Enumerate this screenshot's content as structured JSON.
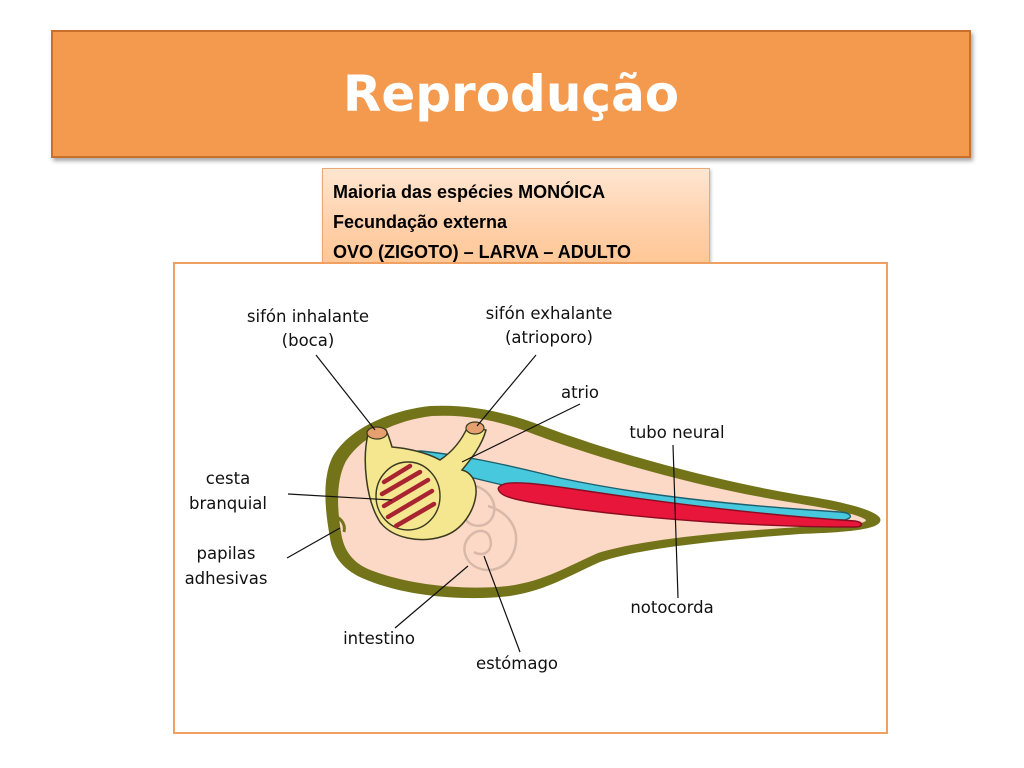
{
  "slide": {
    "title": "Reprodução",
    "info": [
      "Maioria das espécies MONÓICA",
      "Fecundação externa",
      "OVO (ZIGOTO) – LARVA – ADULTO"
    ]
  },
  "diagram": {
    "labels": {
      "sifon_inhalante": "sifón inhalante",
      "boca": "(boca)",
      "sifon_exhalante": "sifón exhalante",
      "atrioporo": "(atrioporo)",
      "atrio": "atrio",
      "tubo_neural": "tubo neural",
      "cesta": "cesta",
      "branquial": "branquial",
      "papilas": "papilas",
      "adhesivas": "adhesivas",
      "notocorda": "notocorda",
      "intestino": "intestino",
      "estomago": "estómago"
    },
    "colors": {
      "body_fill": "#fbd9c6",
      "body_outline": "#5a5a12",
      "pharynx_fill": "#f5e690",
      "gill_slits": "#a82430",
      "neural_tube": "#48c8dc",
      "notochord": "#e8163a",
      "siphon_tip": "#e6a070"
    }
  }
}
